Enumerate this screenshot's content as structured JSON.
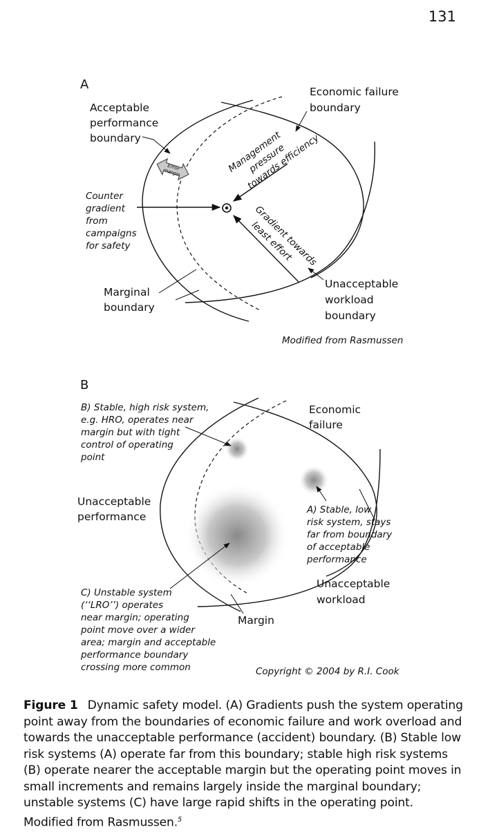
{
  "page": {
    "number": "131"
  },
  "panel_a": {
    "tag": "A",
    "acceptable_boundary": [
      "Acceptable",
      "performance",
      "boundary"
    ],
    "economic_boundary": [
      "Economic failure",
      "boundary"
    ],
    "error_margin": [
      "Error",
      "margin"
    ],
    "management": [
      "Management",
      "pressure",
      "towards efficiency"
    ],
    "counter": [
      "Counter",
      "gradient",
      "from",
      "campaigns",
      "for safety"
    ],
    "least_effort": [
      "Gradient towards",
      "least effort"
    ],
    "marginal": [
      "Marginal",
      "boundary"
    ],
    "workload": [
      "Unacceptable",
      "workload",
      "boundary"
    ],
    "credit": "Modified from Rasmussen"
  },
  "panel_b": {
    "tag": "B",
    "stable_high": [
      "B) Stable, high risk system,",
      "e.g. HRO, operates near",
      "margin but with tight",
      "control of operating",
      "point"
    ],
    "economic": [
      "Economic",
      "failure"
    ],
    "unacceptable_perf": [
      "Unacceptable",
      "performance"
    ],
    "stable_low": [
      "A) Stable, low",
      "risk system, stays",
      "far from boundary",
      "of acceptable",
      "performance"
    ],
    "workload": [
      "Unacceptable",
      "workload"
    ],
    "unstable": [
      "C) Unstable system",
      "(‘‘LRO’’) operates",
      "near margin; operating",
      "point move over a wider",
      "area; margin and acceptable",
      "performance boundary",
      "crossing more common"
    ],
    "margin": "Margin",
    "copyright": "Copyright © 2004 by R.I. Cook"
  },
  "caption": {
    "label": "Figure 1",
    "text": "Dynamic safety model. (A) Gradients push the system operating point away from the boundaries of economic failure and work overload and towards the unacceptable performance (accident) boundary. (B) Stable low risk systems (A) operate far from this boundary; stable high risk systems (B) operate nearer the acceptable margin but the operating point moves in small increments and remains largely inside the marginal boundary; unstable systems (C) have large rapid shifts in the operating point. Modified from Rasmussen.",
    "ref": "5"
  }
}
